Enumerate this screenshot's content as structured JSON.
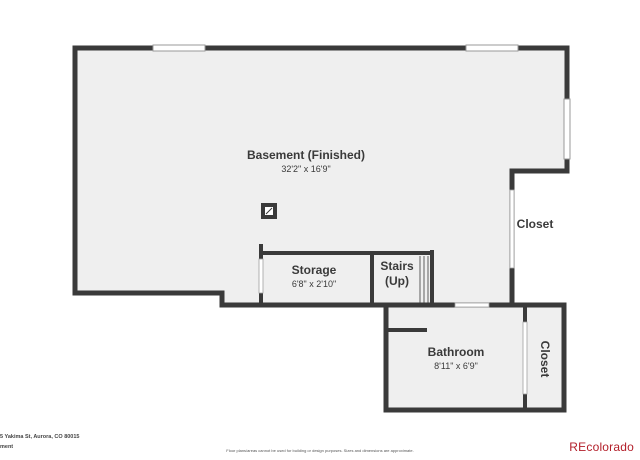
{
  "rooms": {
    "basement": {
      "name": "Basement (Finished)",
      "dims": "32'2\" x 16'9\""
    },
    "closet_upper": {
      "name": "Closet"
    },
    "storage": {
      "name": "Storage",
      "dims": "6'8\" x 2'10\""
    },
    "stairs": {
      "line1": "Stairs",
      "line2": "(Up)"
    },
    "bathroom": {
      "name": "Bathroom",
      "dims": "8'11\" x 6'9\""
    },
    "closet_lower": {
      "name": "Closet"
    }
  },
  "footer": {
    "address": "5 Yakima St, Aurora, CO 80015",
    "level": "ment",
    "disclaimer": "Floor plans/areas cannot be used for building or design purposes. Sizes and dimensions are approximate.",
    "brand": "REcolorado"
  },
  "colors": {
    "wall": "#3a3a3a",
    "brand": "#b31f2a",
    "floor": "#efefef"
  }
}
